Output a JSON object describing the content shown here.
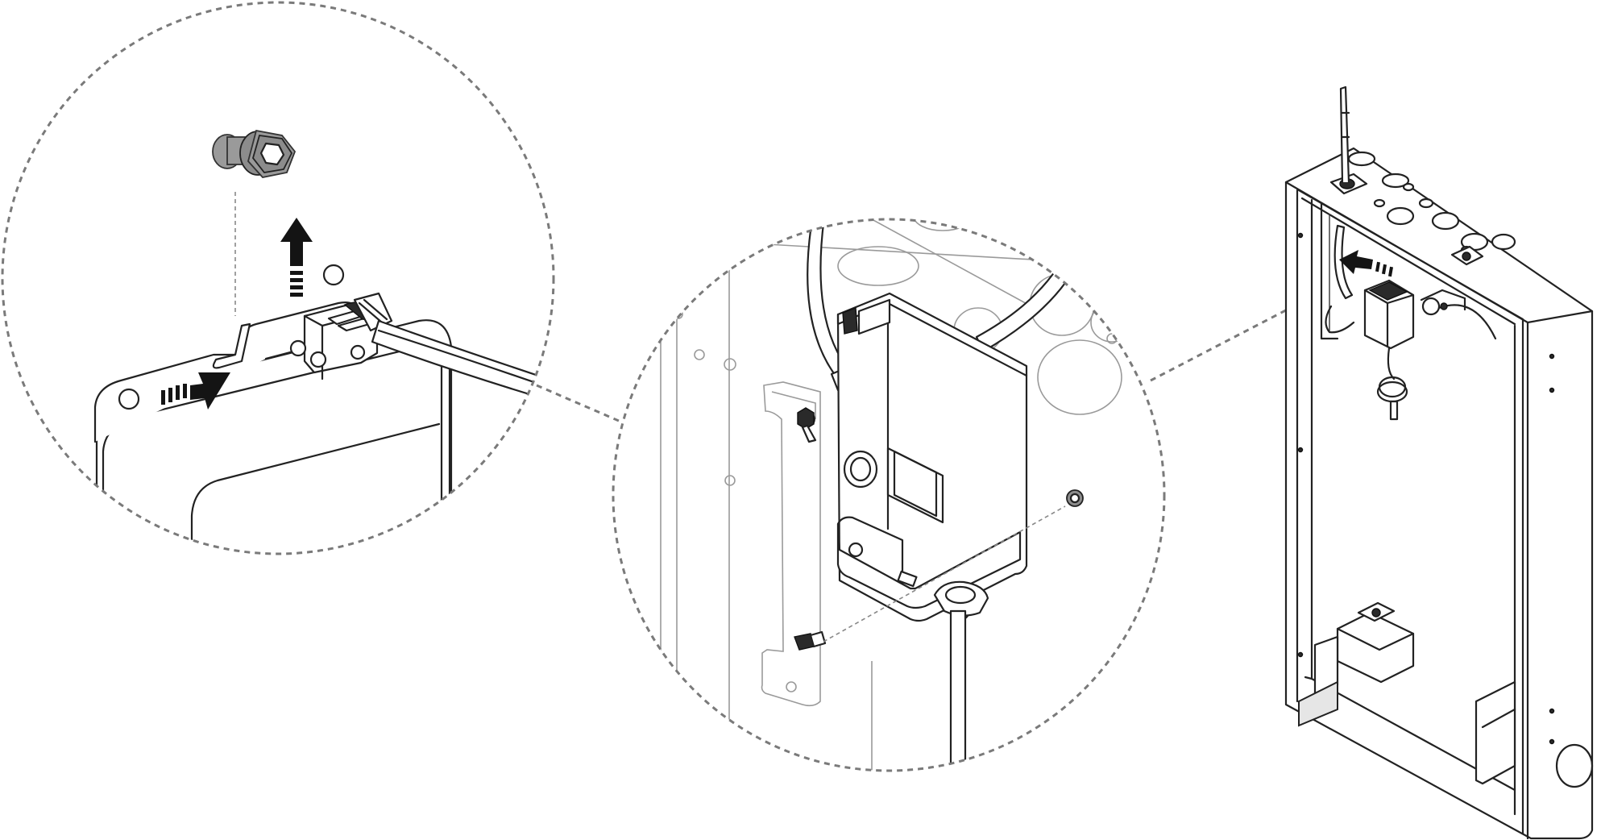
{
  "figure": {
    "type": "installation-diagram",
    "views": [
      {
        "name": "detail-circle-screw-removal",
        "icons": [
          "hex-screw-icon",
          "arrow-up-icon",
          "arrow-right-icon"
        ]
      },
      {
        "name": "magnified-circle-mounting-box",
        "icons": [
          "junction-box-icon",
          "screw-icon",
          "cable-icon"
        ]
      },
      {
        "name": "full-cabinet-view",
        "icons": [
          "antenna-icon",
          "arrow-left-icon",
          "cabinet-icon"
        ]
      }
    ],
    "colors": {
      "line": "#222222",
      "leader": "#7a7a7a",
      "arrow": "#141414",
      "part_fill": "#9a9a9a",
      "background": "#ffffff"
    }
  }
}
